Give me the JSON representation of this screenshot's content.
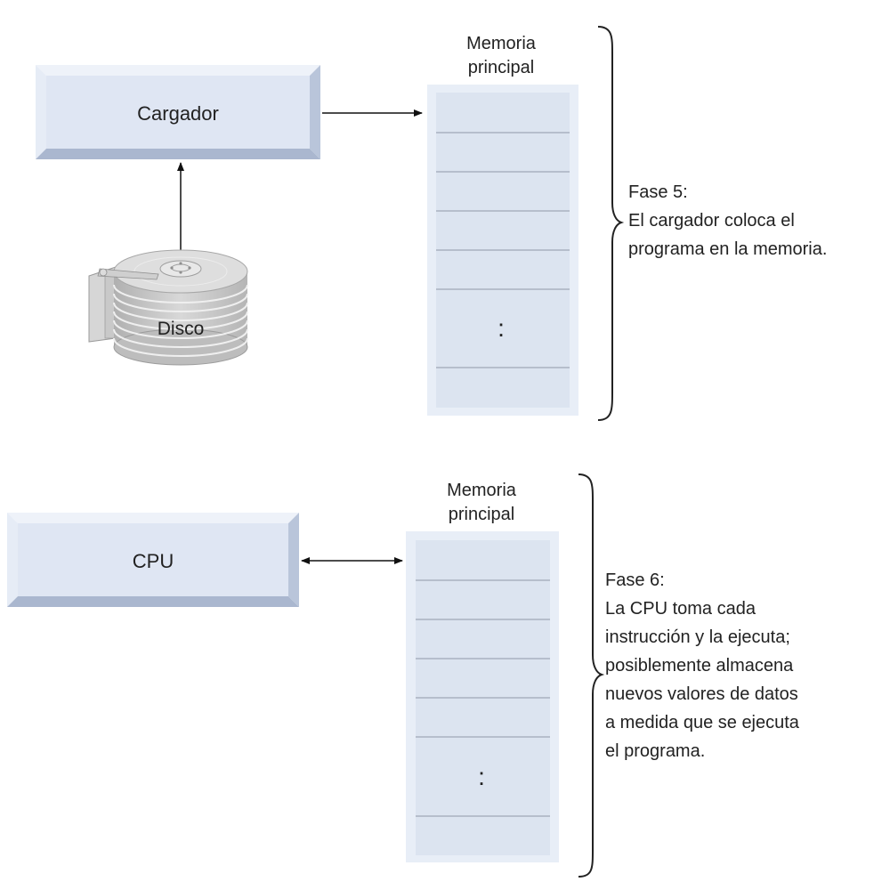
{
  "phase5": {
    "loader_label": "Cargador",
    "disk_label": "Disco",
    "memory_title": [
      "Memoria",
      "principal"
    ],
    "memory_ellipsis": ":",
    "caption": [
      "Fase 5:",
      "El cargador coloca el",
      "programa en la memoria."
    ]
  },
  "phase6": {
    "cpu_label": "CPU",
    "memory_title": [
      "Memoria",
      "principal"
    ],
    "memory_ellipsis": ":",
    "caption": [
      "Fase 6:",
      "La CPU toma cada",
      "instrucción y la ejecuta;",
      "posiblemente almacena",
      "nuevos valores de datos",
      "a medida que se ejecuta",
      "el programa."
    ]
  },
  "colors": {
    "box_face": "#dfe6f3",
    "box_bevel_light": "#eef2f9",
    "box_bevel_dark": "#b7c3d9",
    "memory_frame": "#e8eef7",
    "memory_cells": "#dce4f0",
    "cell_divider": "#a9b2bf",
    "disk_gray": "#c8c8c8"
  }
}
